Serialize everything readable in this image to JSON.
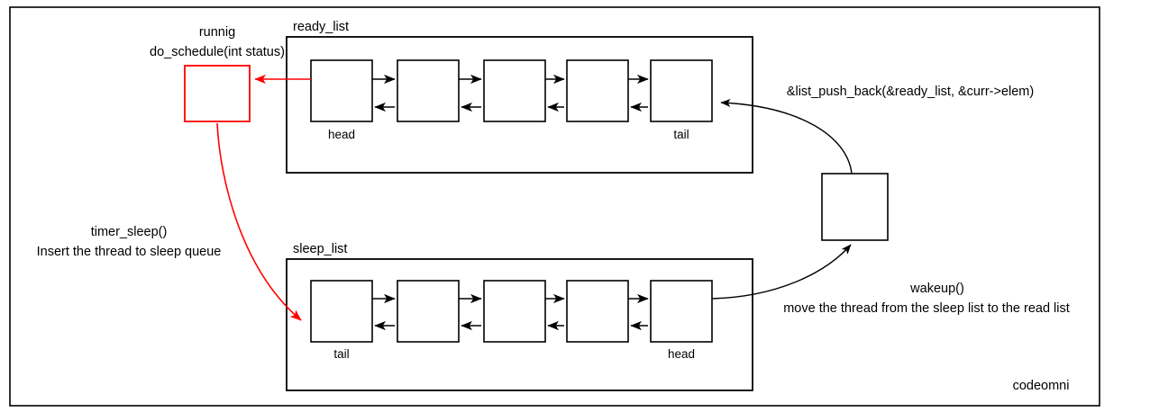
{
  "diagram": {
    "title_hidden": "",
    "watermark": "codeomni",
    "running_thread": {
      "label_line1": "runnig",
      "label_line2": "do_schedule(int status)",
      "box_color": "#ff0000"
    },
    "ready_list": {
      "title": "ready_list",
      "nodes": [
        {
          "label": "head"
        },
        {
          "label": ""
        },
        {
          "label": ""
        },
        {
          "label": ""
        },
        {
          "label": "tail"
        }
      ]
    },
    "sleep_list": {
      "title": "sleep_list",
      "nodes": [
        {
          "label": "tail"
        },
        {
          "label": ""
        },
        {
          "label": ""
        },
        {
          "label": ""
        },
        {
          "label": "head"
        }
      ]
    },
    "middle_node": {
      "label": ""
    },
    "annotations": {
      "push_back": "&list_push_back(&ready_list, &curr->elem)",
      "timer_sleep_line1": "timer_sleep()",
      "timer_sleep_line2": "Insert the thread to sleep queue",
      "wakeup_line1": "wakeup()",
      "wakeup_line2": "move the thread from the sleep list to the read list"
    },
    "colors": {
      "stroke": "#000000",
      "accent_red": "#ff0000",
      "background": "#ffffff"
    }
  }
}
